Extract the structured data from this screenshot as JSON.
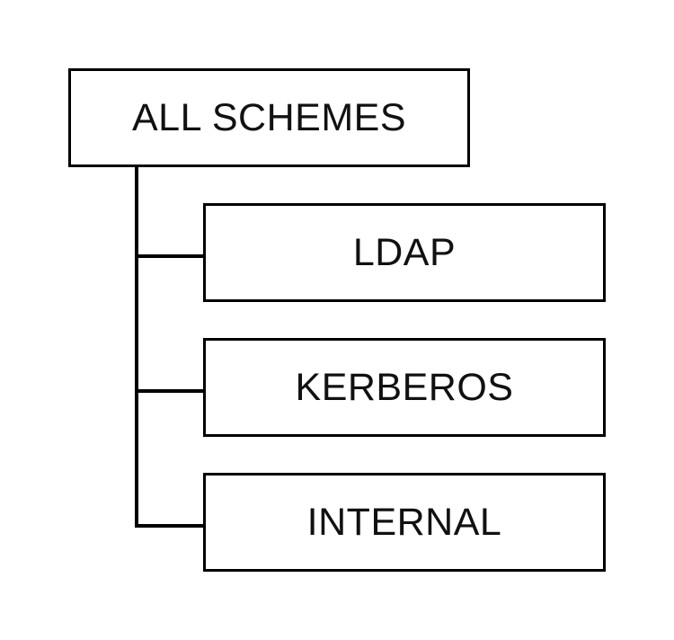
{
  "root": {
    "label": "ALL SCHEMES"
  },
  "children": [
    {
      "label": "LDAP"
    },
    {
      "label": "KERBEROS"
    },
    {
      "label": "INTERNAL"
    }
  ],
  "colors": {
    "stroke": "#000000",
    "text": "#111111",
    "background": "#ffffff"
  }
}
